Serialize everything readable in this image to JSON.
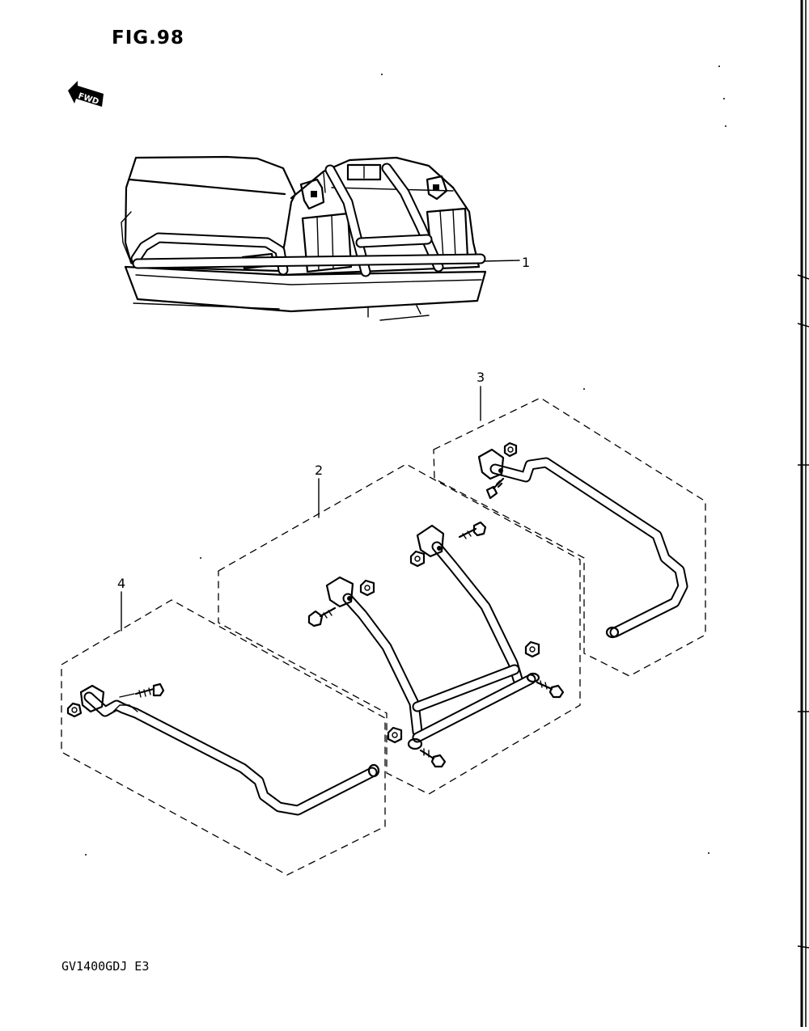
{
  "figure": {
    "title": "FIG.98",
    "fwd_label": "FWD",
    "footer_code": "GV1400GDJ E3"
  },
  "callouts": [
    {
      "id": "1",
      "label": "1"
    },
    {
      "id": "2",
      "label": "2"
    },
    {
      "id": "3",
      "label": "3"
    },
    {
      "id": "4",
      "label": "4"
    }
  ]
}
